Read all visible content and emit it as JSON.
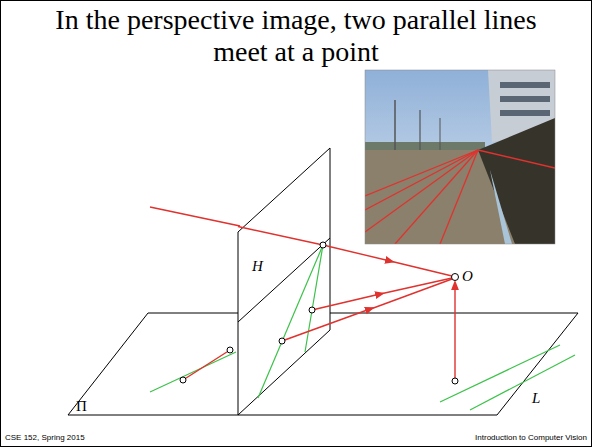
{
  "diagram": {
    "title": "In the perspective image, two parallel lines meet at a point",
    "labels": [
      "H",
      "O",
      "Π",
      "L",
      "CSE 152, Spring 2015",
      "Introduction to Computer Vision"
    ]
  }
}
